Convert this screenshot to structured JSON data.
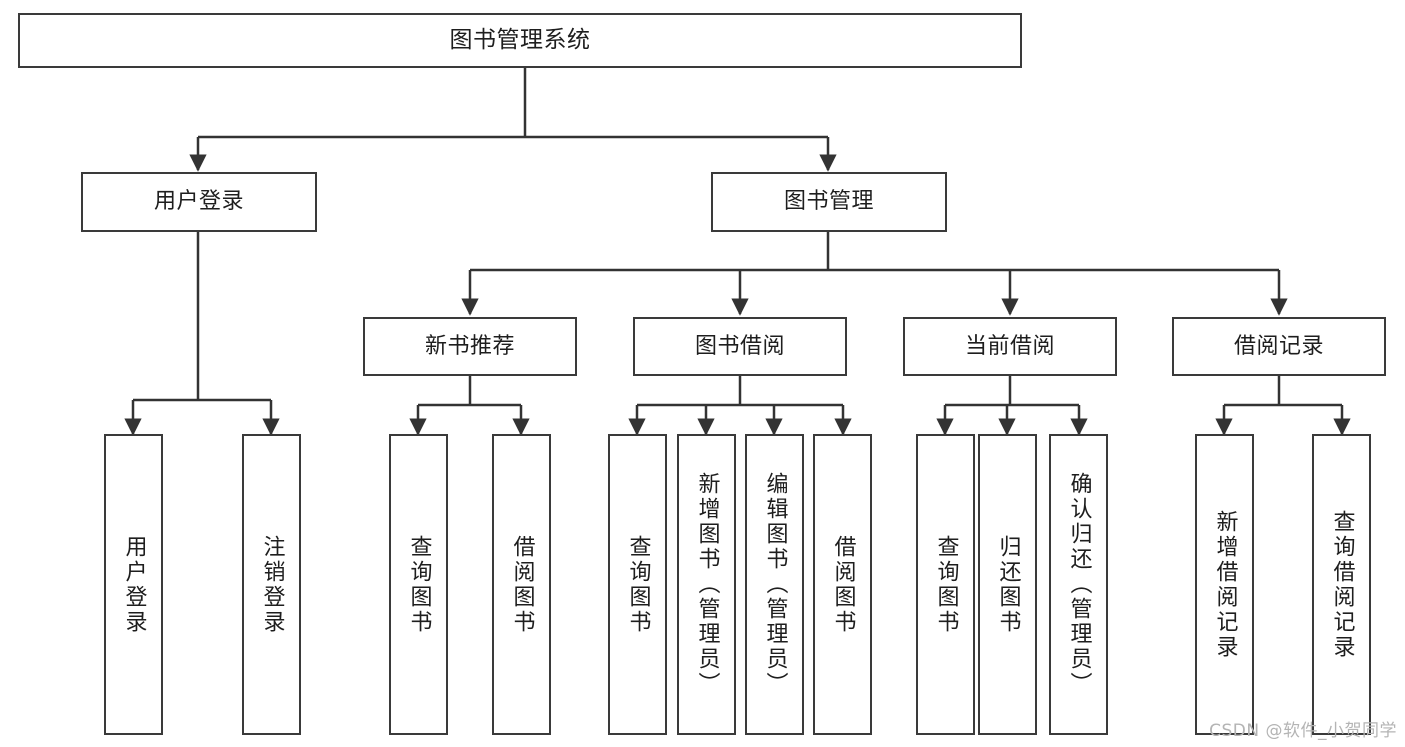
{
  "diagram": {
    "title": "图书管理系统",
    "type": "tree",
    "watermark": "CSDN @软件_小贺同学",
    "colors": {
      "box_border": "#3a3a3a",
      "box_fill": "#ffffff",
      "edge": "#333333",
      "text": "#1e1e1e",
      "watermark": "#b4b4b4"
    },
    "nodes": {
      "root": {
        "label": "图书管理系统"
      },
      "level1": [
        {
          "id": "user-login",
          "label": "用户登录"
        },
        {
          "id": "book-management",
          "label": "图书管理"
        }
      ],
      "level2": [
        {
          "id": "new-book-recommend",
          "label": "新书推荐"
        },
        {
          "id": "book-borrow",
          "label": "图书借阅"
        },
        {
          "id": "current-borrow",
          "label": "当前借阅"
        },
        {
          "id": "borrow-record",
          "label": "借阅记录"
        }
      ],
      "leaves": {
        "user_login": [
          {
            "id": "leaf-user-login",
            "label": "用户登录"
          },
          {
            "id": "leaf-logout-login",
            "label": "注销登录"
          }
        ],
        "new_book_recommend": [
          {
            "id": "leaf-query-book-1",
            "label": "查询图书"
          },
          {
            "id": "leaf-borrow-book-1",
            "label": "借阅图书"
          }
        ],
        "book_borrow": [
          {
            "id": "leaf-query-book-2",
            "label": "查询图书"
          },
          {
            "id": "leaf-add-book",
            "label": "新增图书（管理员）"
          },
          {
            "id": "leaf-edit-book",
            "label": "编辑图书（管理员）"
          },
          {
            "id": "leaf-borrow-book-2",
            "label": "借阅图书"
          }
        ],
        "current_borrow": [
          {
            "id": "leaf-query-book-3",
            "label": "查询图书"
          },
          {
            "id": "leaf-return-book",
            "label": "归还图书"
          },
          {
            "id": "leaf-confirm-return",
            "label": "确认归还（管理员）"
          }
        ],
        "borrow_record": [
          {
            "id": "leaf-add-borrow-record",
            "label": "新增借阅记录"
          },
          {
            "id": "leaf-query-borrow-record",
            "label": "查询借阅记录"
          }
        ]
      }
    }
  }
}
